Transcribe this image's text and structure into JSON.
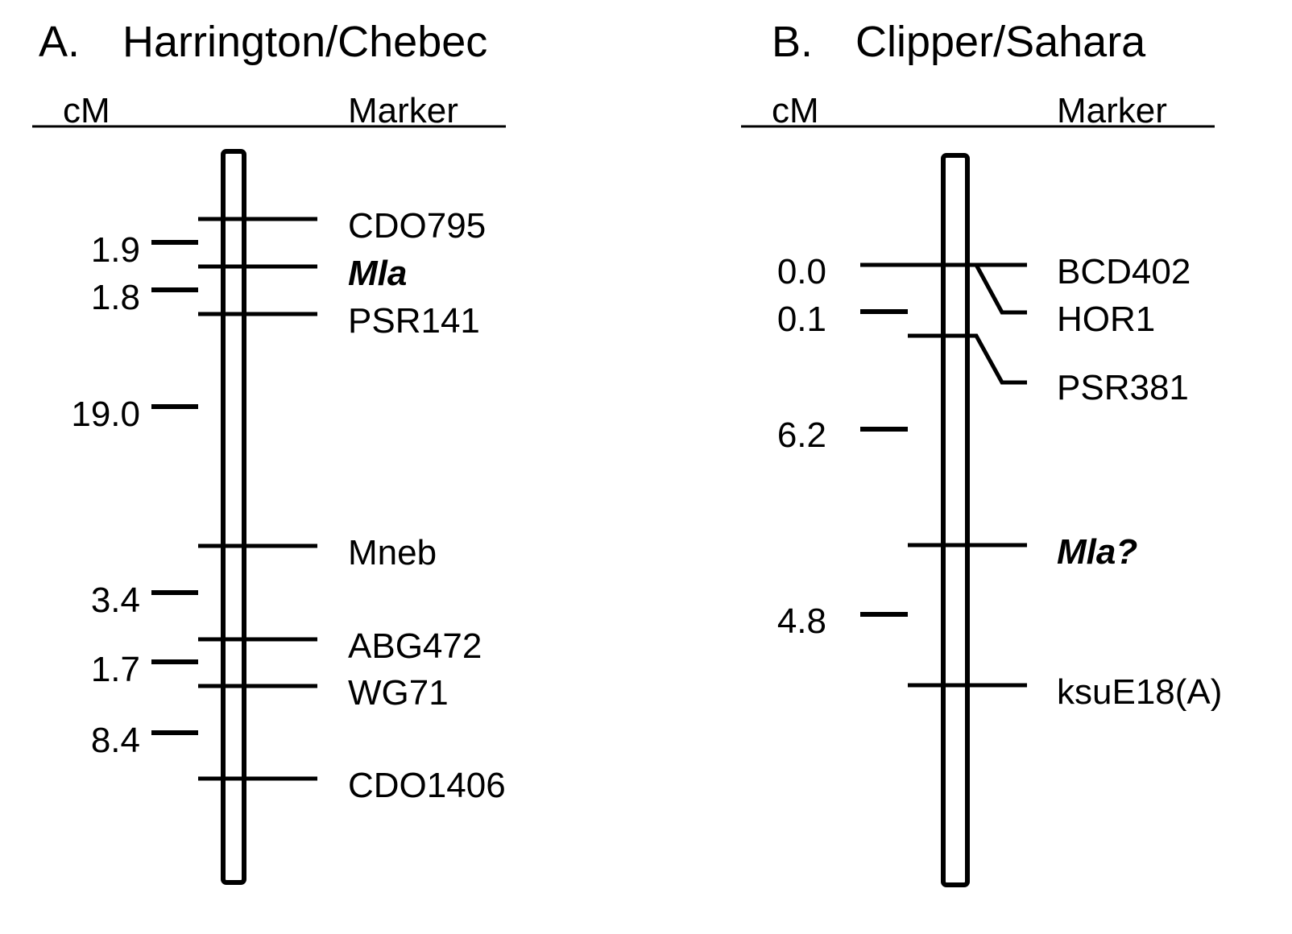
{
  "panels": [
    {
      "id": "A",
      "letter": "A.",
      "title": "Harrington/Chebec",
      "cm_header": "cM",
      "marker_header": "Marker",
      "intervals": [
        "1.9",
        "1.8",
        "19.0",
        "3.4",
        "1.7",
        "8.4"
      ],
      "markers": [
        {
          "name": "CDO795",
          "emphasis": false
        },
        {
          "name": "Mla",
          "emphasis": true
        },
        {
          "name": "PSR141",
          "emphasis": false
        },
        {
          "name": "Mneb",
          "emphasis": false
        },
        {
          "name": "ABG472",
          "emphasis": false
        },
        {
          "name": "WG71",
          "emphasis": false
        },
        {
          "name": "CDO1406",
          "emphasis": false
        }
      ]
    },
    {
      "id": "B",
      "letter": "B.",
      "title": "Clipper/Sahara",
      "cm_header": "cM",
      "marker_header": "Marker",
      "intervals": [
        "0.0",
        "0.1",
        "6.2",
        "4.8"
      ],
      "markers": [
        {
          "name": "BCD402",
          "emphasis": false
        },
        {
          "name": "HOR1",
          "emphasis": false
        },
        {
          "name": "PSR381",
          "emphasis": false
        },
        {
          "name": "Mla?",
          "emphasis": true
        },
        {
          "name": "ksuE18(A)",
          "emphasis": false
        }
      ]
    }
  ]
}
